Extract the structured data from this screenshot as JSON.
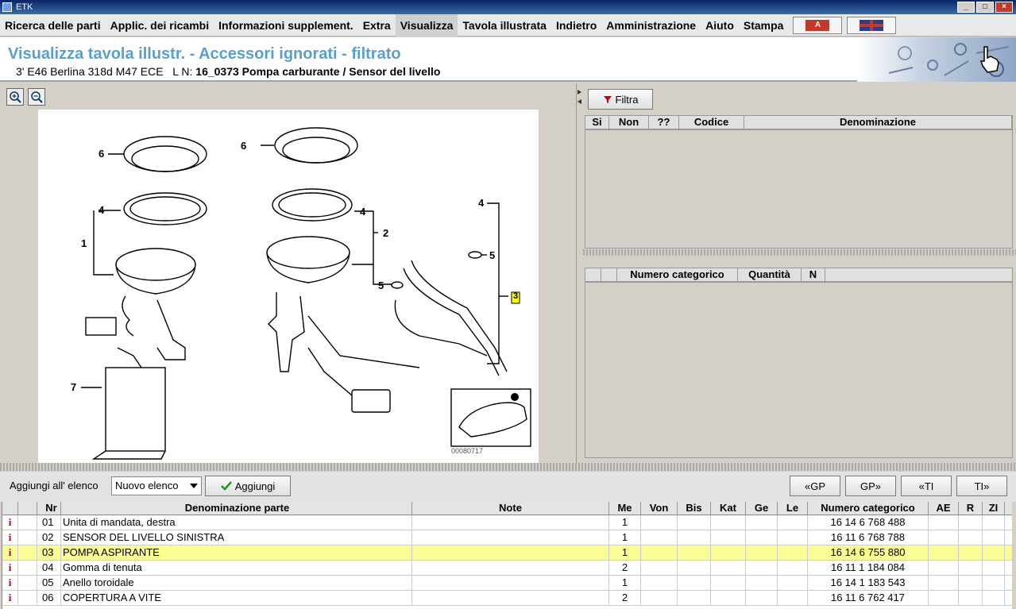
{
  "window": {
    "title": "ETK"
  },
  "menu": {
    "items": [
      "Ricerca delle parti",
      "Applic. dei ricambi",
      "Informazioni supplement.",
      "Extra",
      "Visualizza",
      "Tavola illustrata",
      "Indietro",
      "Amministrazione",
      "Aiuto",
      "Stampa"
    ],
    "active": "Visualizza"
  },
  "header": {
    "title": "Visualizza tavola illustr. - Accessori ignorati - filtrato",
    "vehicle": "3' E46 Berlina 318d M47 ECE",
    "ln_label": "L N:",
    "ln_value": "16_0373 Pompa carburante / Sensor del livello"
  },
  "diagram": {
    "labels": [
      "6",
      "4",
      "1",
      "7",
      "6",
      "4",
      "2",
      "4",
      "5",
      "5",
      "3"
    ],
    "image_code": "00080717",
    "highlight_label": "3"
  },
  "filter_panel": {
    "button_label": "Filtra",
    "columns": [
      "Si",
      "Non",
      "??",
      "Codice",
      "Denominazione"
    ]
  },
  "category_panel": {
    "columns": [
      "",
      "",
      "Numero categorico",
      "Quantità",
      "N"
    ]
  },
  "toolbar": {
    "add_to_list_label": "Aggiungi all' elenco",
    "list_select_value": "Nuovo elenco",
    "add_button_label": "Aggiungi",
    "nav": [
      "«GP",
      "GP»",
      "«TI",
      "TI»"
    ]
  },
  "parts_table": {
    "columns": [
      "",
      "",
      "Nr",
      "Denominazione parte",
      "Note",
      "Me",
      "Von",
      "Bis",
      "Kat",
      "Ge",
      "Le",
      "Numero categorico",
      "AE",
      "R",
      "ZI"
    ],
    "rows": [
      {
        "nr": "01",
        "name": "Unita di mandata, destra",
        "me": "1",
        "num": "16 14 6 768 488"
      },
      {
        "nr": "02",
        "name": "SENSOR DEL LIVELLO SINISTRA",
        "me": "1",
        "num": "16 11 6 768 788"
      },
      {
        "nr": "03",
        "name": "POMPA ASPIRANTE",
        "me": "1",
        "num": "16 14 6 755 880"
      },
      {
        "nr": "04",
        "name": "Gomma di tenuta",
        "me": "2",
        "num": "16 11 1 184 084"
      },
      {
        "nr": "05",
        "name": "Anello toroidale",
        "me": "1",
        "num": "16 14 1 183 543"
      },
      {
        "nr": "06",
        "name": "COPERTURA A VITE",
        "me": "2",
        "num": "16 11 6 762 417"
      }
    ],
    "selected_nr": "03"
  },
  "colors": {
    "title_blue": "#5a9fc8",
    "selected_row": "#fdfd96",
    "info_icon": "#b00020"
  }
}
